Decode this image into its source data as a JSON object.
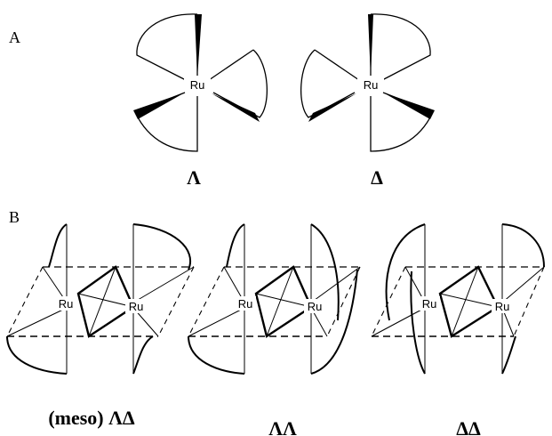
{
  "panel_labels": {
    "a": "A",
    "b": "B"
  },
  "metal_label": "Ru",
  "panel_a": {
    "left_caption": "Λ",
    "right_caption": "Δ"
  },
  "panel_b": {
    "captions": [
      "(meso) ΛΔ",
      "ΛΛ",
      "ΔΔ"
    ]
  }
}
